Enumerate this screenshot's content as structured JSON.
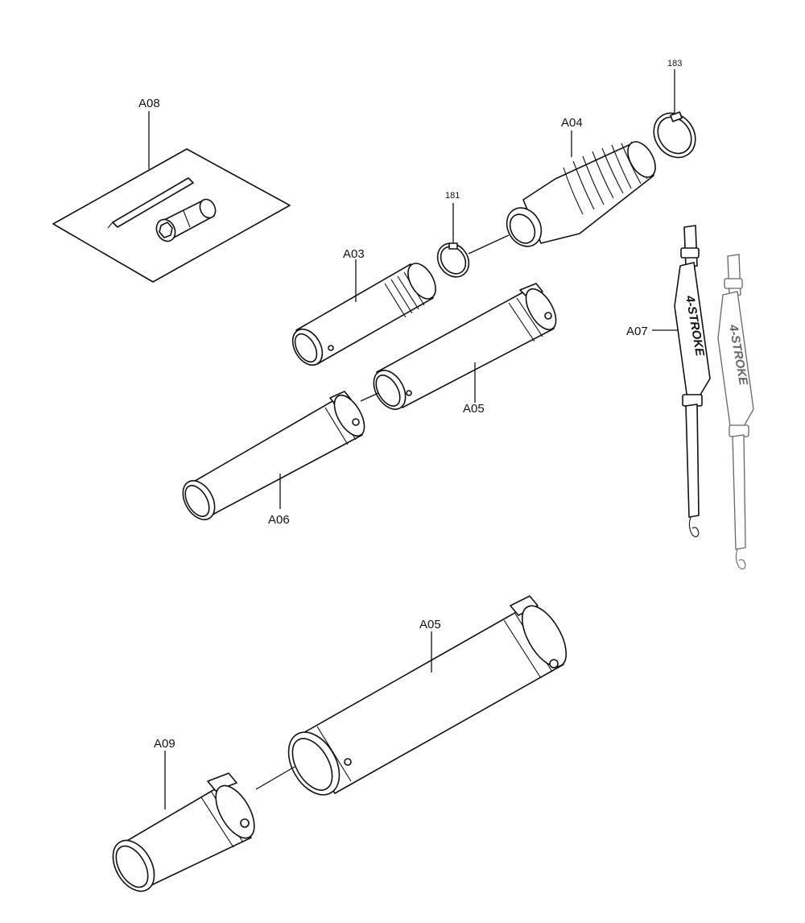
{
  "parts": {
    "a08": "A08",
    "a04": "A04",
    "p183": "183",
    "p181": "181",
    "a03": "A03",
    "a05_upper": "A05",
    "a07": "A07",
    "a06": "A06",
    "a05_lower": "A05",
    "a09": "A09"
  },
  "strap_text": "4-STROKE"
}
